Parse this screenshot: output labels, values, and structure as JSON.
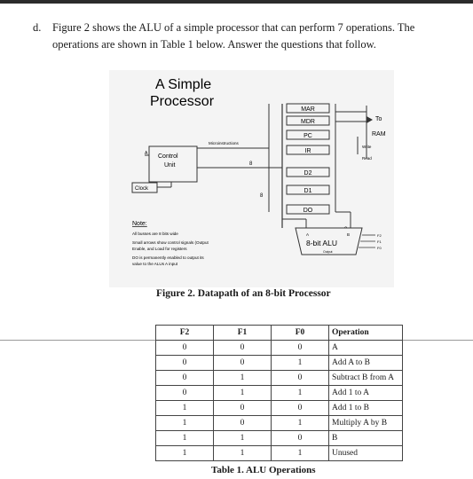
{
  "question": {
    "label": "d.",
    "line1": "Figure 2 shows the ALU of a simple processor that can perform 7 operations. The",
    "line2": "operations are shown in Table 1 below. Answer the questions that follow."
  },
  "figure": {
    "title": "A Simple Processor",
    "registers": [
      "MAR",
      "MDR",
      "PC",
      "IR",
      "D2",
      "D1",
      "DO"
    ],
    "control_unit_label": "Control Unit",
    "microinstructions_label": "Microinstructions",
    "clock_label": "Clock",
    "ram_labels": {
      "to": "To",
      "ram": "RAM",
      "write": "Write",
      "read": "Read"
    },
    "bus_width_labels": {
      "left": "8",
      "right": "8",
      "cu_out": "8"
    },
    "alu_label": "8-bit ALU",
    "alu_sublabel": "Output",
    "alu_inputs": {
      "a": "A",
      "b": "B"
    },
    "alu_controls": [
      "F2",
      "F1",
      "F0"
    ],
    "note": {
      "heading": "Note:",
      "lines": [
        "All busses are 8 bits wide",
        "Small arrows show control signals (Output",
        "Enable, and Load for registers",
        "DO is permanently enabled to output its",
        "value to the ALUs A input"
      ]
    },
    "caption": "Figure 2. Datapath of an 8-bit Processor"
  },
  "table": {
    "headers": [
      "F2",
      "F1",
      "F0",
      "Operation"
    ],
    "rows": [
      [
        "0",
        "0",
        "0",
        "A"
      ],
      [
        "0",
        "0",
        "1",
        "Add A to B"
      ],
      [
        "0",
        "1",
        "0",
        "Subtract B from A"
      ],
      [
        "0",
        "1",
        "1",
        "Add 1 to A"
      ],
      [
        "1",
        "0",
        "0",
        "Add 1 to B"
      ],
      [
        "1",
        "0",
        "1",
        "Multiply A by B"
      ],
      [
        "1",
        "1",
        "0",
        "B"
      ],
      [
        "1",
        "1",
        "1",
        "Unused"
      ]
    ],
    "caption": "Table 1. ALU Operations"
  }
}
